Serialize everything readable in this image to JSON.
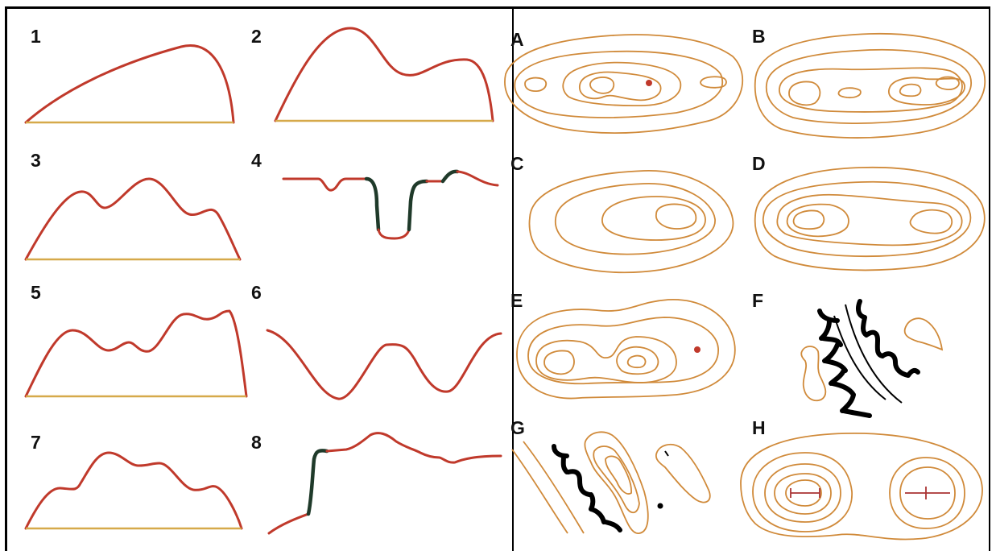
{
  "profile_labels": [
    "1",
    "2",
    "3",
    "4",
    "5",
    "6",
    "7",
    "8"
  ],
  "map_labels": [
    "A",
    "B",
    "C",
    "D",
    "E",
    "F",
    "G",
    "H"
  ],
  "colors": {
    "profile_line": "#c0392b",
    "profile_base": "#d6a94a",
    "cliff": "#1f3a2a",
    "contour": "#d08a3a",
    "hachure": "#000000"
  }
}
